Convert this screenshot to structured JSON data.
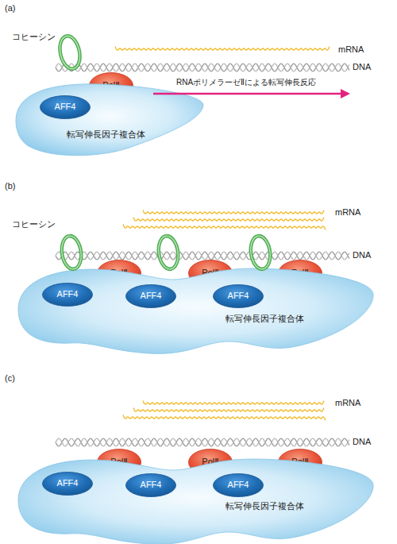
{
  "diagram": {
    "nodes": [
      {
        "text": [
          "PolⅡ"
        ]
      },
      {
        "text": [
          "転写伸長因子複合体"
        ]
      },
      {
        "text": [
          "AFF4"
        ],
        "in": 1
      },
      {
        "text": [
          "PolⅡ"
        ]
      },
      {
        "text": [
          "PolⅡ"
        ]
      },
      {
        "text": [
          "PolⅡ"
        ]
      },
      {
        "text": [
          "転写伸長因子複合体"
        ]
      },
      {
        "text": [
          "AFF4"
        ],
        "in": 6
      },
      {
        "text": [
          "AFF4"
        ],
        "in": 6
      },
      {
        "text": [
          "AFF4"
        ],
        "in": 6
      },
      {
        "text": [
          "PolⅡ"
        ]
      },
      {
        "text": [
          "PolⅡ"
        ]
      },
      {
        "text": [
          "PolⅡ"
        ]
      },
      {
        "text": [
          "転写伸長因子複合体"
        ]
      },
      {
        "text": [
          "AFF4"
        ],
        "in": 13
      },
      {
        "text": [
          "AFF4"
        ],
        "in": 13
      },
      {
        "text": [
          "AFF4"
        ],
        "in": 13
      }
    ],
    "labels": [
      "(a)",
      "コヒーシン",
      "mRNA",
      "DNA",
      "RNAポリメラーゼⅡによる転写伸長反応",
      "(b)",
      "コヒーシン",
      "mRNA",
      "DNA",
      "(c)",
      "mRNA",
      "DNA"
    ]
  }
}
